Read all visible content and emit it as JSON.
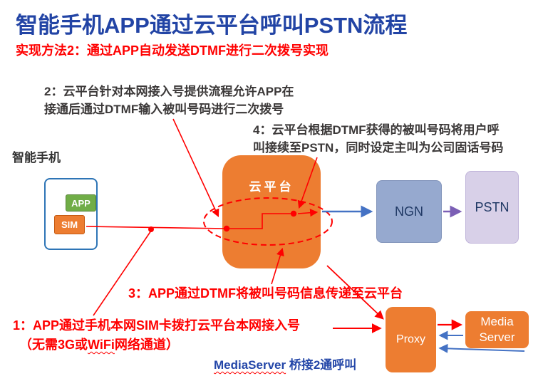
{
  "title": "智能手机APP通过云平台呼叫PSTN流程",
  "subtitle": "实现方法2：通过APP自动发送DTMF进行二次拨号实现",
  "labels": {
    "phone": "智能手机",
    "step2_line1": "2：云平台针对本网接入号提供流程允许APP在",
    "step2_line2": "接通后通过DTMF输入被叫号码进行二次拨号",
    "step4_line1": "4：云平台根据DTMF获得的被叫号码将用户呼",
    "step4_line2": "叫接续至PSTN，同时设定主叫为公司固话号码",
    "step3": "3：APP通过DTMF将被叫号码信息传递至云平台",
    "step1": "1：APP通过手机本网SIM卡拨打云平台本网接入号",
    "step1_note_pre": "（无需3G或",
    "step1_note_wifi": "WiFi",
    "step1_note_post": "网络通道）",
    "bridge_name": "MediaServer",
    "bridge_rest": " 桥接2通呼叫"
  },
  "nodes": {
    "app": "APP",
    "sim": "SIM",
    "cloud": "云平台",
    "ngn": "NGN",
    "pstn": "PSTN",
    "proxy": "Proxy",
    "media_server": "Media Server"
  },
  "colors": {
    "title_blue": "#2244A5",
    "annotation_red": "#FF0000",
    "annotation_gray": "#3B3838",
    "node_orange": "#ED7D31",
    "app_green": "#70AD47",
    "ngn_fill": "#96A9CF",
    "pstn_fill": "#D8D0E8",
    "node_text_navy": "#1F3864",
    "arrow_blue": "#4472C4",
    "arrow_purple": "#7B5FB5",
    "bridge_text_blue": "#2346A8"
  }
}
